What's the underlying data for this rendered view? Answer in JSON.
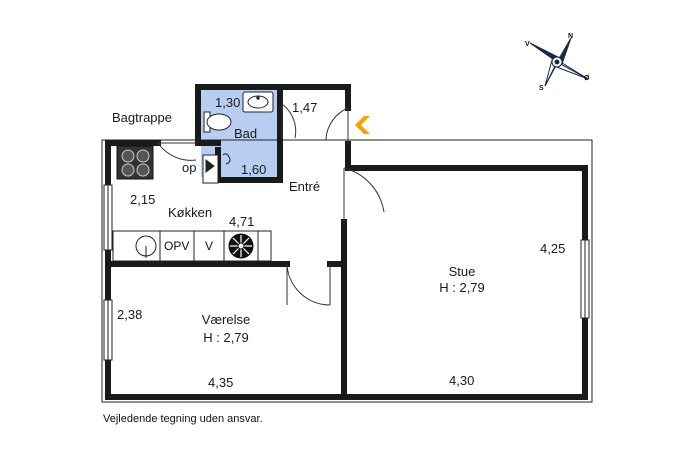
{
  "compass": {
    "letters": [
      "N",
      "V",
      "Ø",
      "S"
    ]
  },
  "rooms": {
    "bad": {
      "name": "Bad",
      "dims": [
        "1,30",
        "1,60"
      ],
      "fill": "#b8cdf2"
    },
    "entre": {
      "name": "Entré",
      "dim": "1,47"
    },
    "kokken": {
      "name": "Køkken",
      "dims": [
        "2,15",
        "4,71"
      ]
    },
    "vaerelse": {
      "name": "Værelse",
      "height": "H : 2,79",
      "dims": [
        "2,38",
        "4,35"
      ]
    },
    "stue": {
      "name": "Stue",
      "height": "H : 2,79",
      "dims": [
        "4,25",
        "4,30"
      ]
    }
  },
  "labels": {
    "bagtrappe": "Bagtrappe",
    "op": "op"
  },
  "fixtures": {
    "opv": "OPV",
    "v": "V"
  },
  "entrance_arrow_color": "#f5a300",
  "disclaimer": "Vejledende tegning uden ansvar."
}
